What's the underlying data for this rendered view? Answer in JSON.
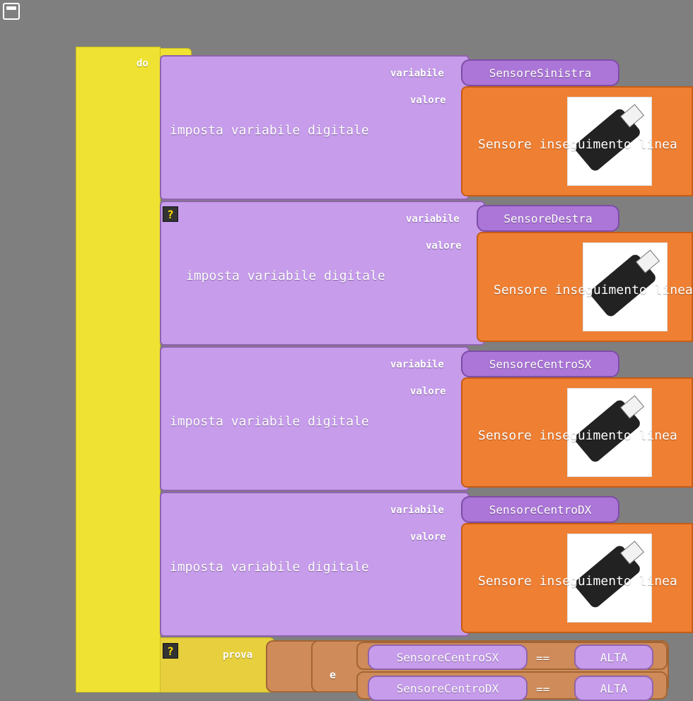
{
  "do_label": "do",
  "blocks": [
    {
      "action": "imposta variabile digitale",
      "variable_label": "variabile",
      "variable": "SensoreSinistra",
      "value_label": "valore",
      "sensor": "Sensore inseguimento linea"
    },
    {
      "action": "imposta variabile digitale",
      "variable_label": "variabile",
      "variable": "SensoreDestra",
      "value_label": "valore",
      "sensor": "Sensore inseguimento linea"
    },
    {
      "action": "imposta variabile digitale",
      "variable_label": "variabile",
      "variable": "SensoreCentroSX",
      "value_label": "valore",
      "sensor": "Sensore inseguimento linea"
    },
    {
      "action": "imposta variabile digitale",
      "variable_label": "variabile",
      "variable": "SensoreCentroDX",
      "value_label": "valore",
      "sensor": "Sensore inseguimento linea"
    }
  ],
  "help_icon_glyph": "?",
  "if_block": {
    "label": "prova",
    "and_label": "e",
    "conditions": [
      {
        "variable": "SensoreCentroSX",
        "operator": "==",
        "value": "ALTA"
      },
      {
        "variable": "SensoreCentroDX",
        "operator": "==",
        "value": "ALTA"
      }
    ]
  }
}
